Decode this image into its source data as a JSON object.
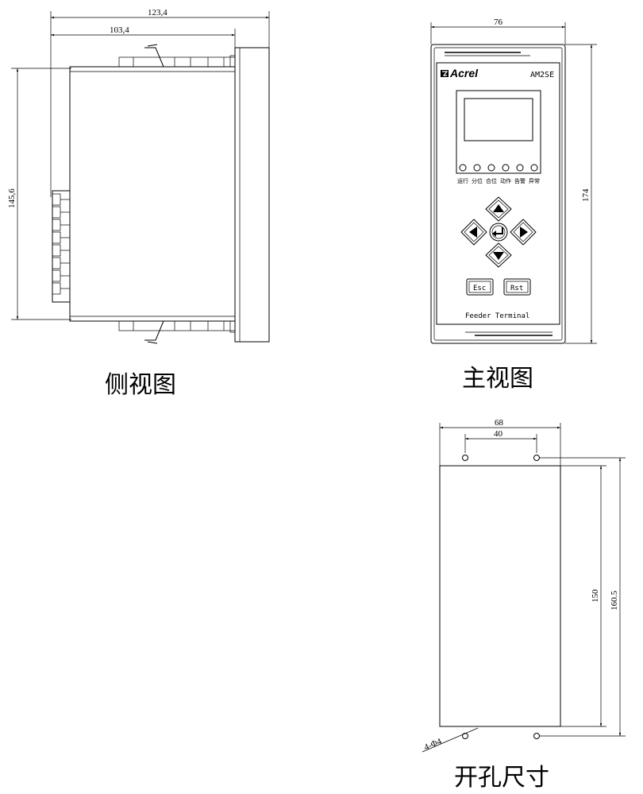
{
  "side_view": {
    "caption": "侧视图",
    "dim_total_depth": "123,4",
    "dim_body_depth": "103,4",
    "dim_height": "145,6"
  },
  "front_view": {
    "caption": "主视图",
    "dim_width": "76",
    "dim_height": "174",
    "brand": "Acrel",
    "model": "AM2SE",
    "indicator_labels": [
      "运行",
      "分位",
      "合位",
      "动作",
      "告警",
      "异常"
    ],
    "esc_label": "Esc",
    "rst_label": "Rst",
    "footer_label": "Feeder Terminal"
  },
  "cutout_view": {
    "caption": "开孔尺寸",
    "dim_outer_width": "68",
    "dim_hole_spacing": "40",
    "dim_height_inner": "150",
    "dim_height_outer": "160.5",
    "hole_note": "4-Φ4"
  }
}
